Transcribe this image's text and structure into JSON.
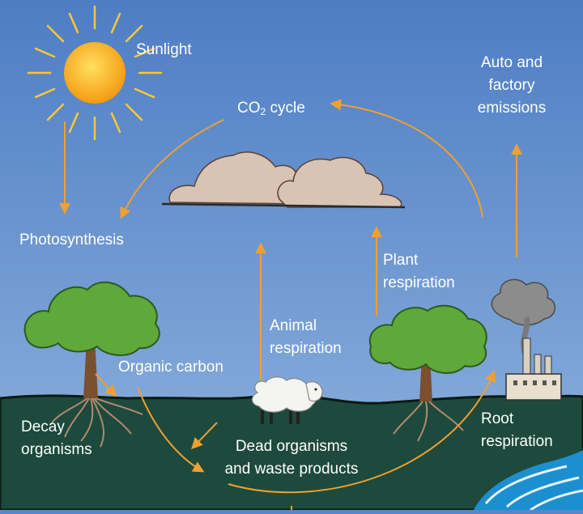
{
  "labels": {
    "sunlight": "Sunlight",
    "co2_prefix": "CO",
    "co2_subscript": "2",
    "co2_suffix": " cycle",
    "emissions": [
      "Auto and",
      "factory",
      "emissions"
    ],
    "photosynthesis": "Photosynthesis",
    "plant_respiration": [
      "Plant",
      "respiration"
    ],
    "animal_respiration": [
      "Animal",
      "respiration"
    ],
    "organic_carbon": "Organic carbon",
    "decay_organisms": [
      "Decay",
      "organisms"
    ],
    "dead_organisms": [
      "Dead organisms",
      "and waste products"
    ],
    "root_respiration": [
      "Root",
      "respiration"
    ]
  },
  "colors": {
    "sky_top": "#4e7dc4",
    "sky_bottom": "#8fb3de",
    "ground": "#1d4a3c",
    "arrow": "#f0a030",
    "sun": "#fcb414",
    "cloud": "#d9c3b3",
    "foliage": "#5fa83a",
    "trunk": "#7a5030",
    "water": "#1c8fd0"
  }
}
